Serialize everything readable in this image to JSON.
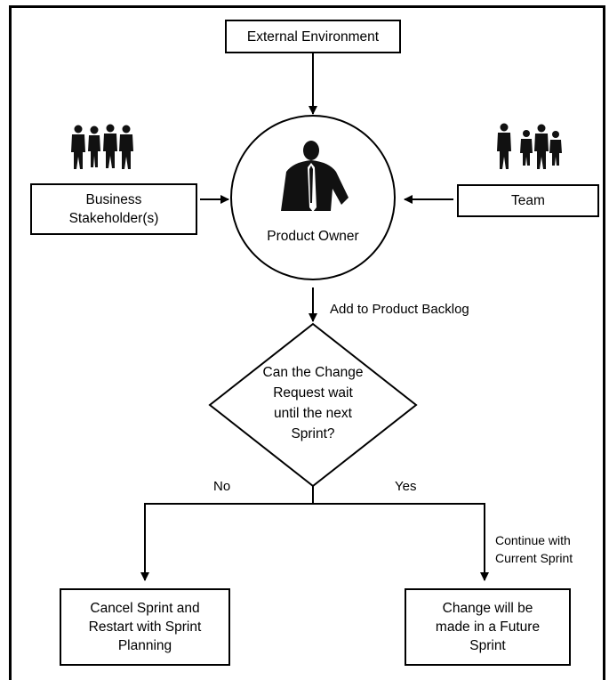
{
  "nodes": {
    "external_environment": "External Environment",
    "business_stakeholders": "Business\nStakeholder(s)",
    "team": "Team",
    "product_owner": "Product Owner",
    "decision": "Can the Change\nRequest wait\nuntil the next\nSprint?",
    "cancel_sprint": "Cancel Sprint and\nRestart with Sprint\nPlanning",
    "future_sprint": "Change will be\nmade in a Future\nSprint"
  },
  "edges": {
    "add_to_backlog": "Add to Product Backlog",
    "no": "No",
    "yes": "Yes",
    "continue_current": "Continue with\nCurrent Sprint"
  },
  "icons": {
    "stakeholders_group": "people-group-icon",
    "team_group": "people-group-icon",
    "product_owner": "businessman-icon"
  }
}
